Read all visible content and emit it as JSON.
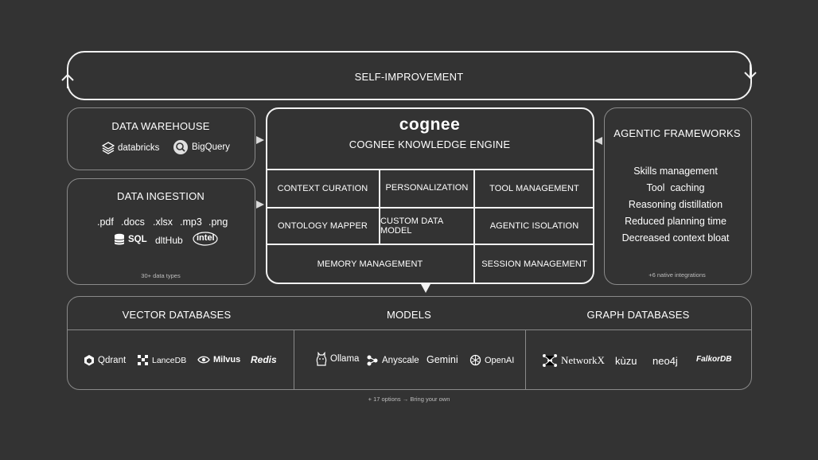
{
  "self_improvement": {
    "label": "SELF-IMPROVEMENT"
  },
  "data_warehouse": {
    "title": "DATA WAREHOUSE",
    "logos": [
      "databricks",
      "BigQuery"
    ]
  },
  "data_ingestion": {
    "title": "DATA INGESTION",
    "formats": [
      ".pdf",
      ".docs",
      ".xlsx",
      ".mp3",
      ".png"
    ],
    "logos": [
      "SQL",
      "dltHub",
      "intel"
    ],
    "footnote": "30+ data types"
  },
  "engine": {
    "brand": "cognee",
    "title": "COGNEE KNOWLEDGE ENGINE",
    "cells": {
      "context_curation": "CONTEXT CURATION",
      "personalization": "PERSONALIZATION",
      "tool_management": "TOOL MANAGEMENT",
      "ontology_mapper": "ONTOLOGY MAPPER",
      "custom_data_model": "CUSTOM DATA MODEL",
      "agentic_isolation": "AGENTIC ISOLATION",
      "memory_management": "MEMORY MANAGEMENT",
      "session_management": "SESSION MANAGEMENT"
    }
  },
  "agentic_frameworks": {
    "title": "AGENTIC FRAMEWORKS",
    "items": [
      "Skills management",
      "Tool  caching",
      "Reasoning distillation",
      "Reduced planning time",
      "Decreased context bloat"
    ],
    "footnote": "+6 native integrations"
  },
  "bottom": {
    "vector": {
      "title": "VECTOR DATABASES",
      "logos": [
        "Qdrant",
        "LanceDB",
        "Milvus",
        "Redis"
      ]
    },
    "models": {
      "title": "MODELS",
      "logos": [
        "Ollama",
        "Anyscale",
        "Gemini",
        "OpenAI"
      ]
    },
    "graph": {
      "title": "GRAPH DATABASES",
      "logos": [
        "NetworkX",
        "kùzu",
        "neo4j",
        "FalkorDB"
      ]
    },
    "footnote": "+ 17 options → Bring your own"
  },
  "colors": {
    "background": "#333333",
    "border": "#8a8a8a",
    "bright": "#f2f2f2"
  }
}
